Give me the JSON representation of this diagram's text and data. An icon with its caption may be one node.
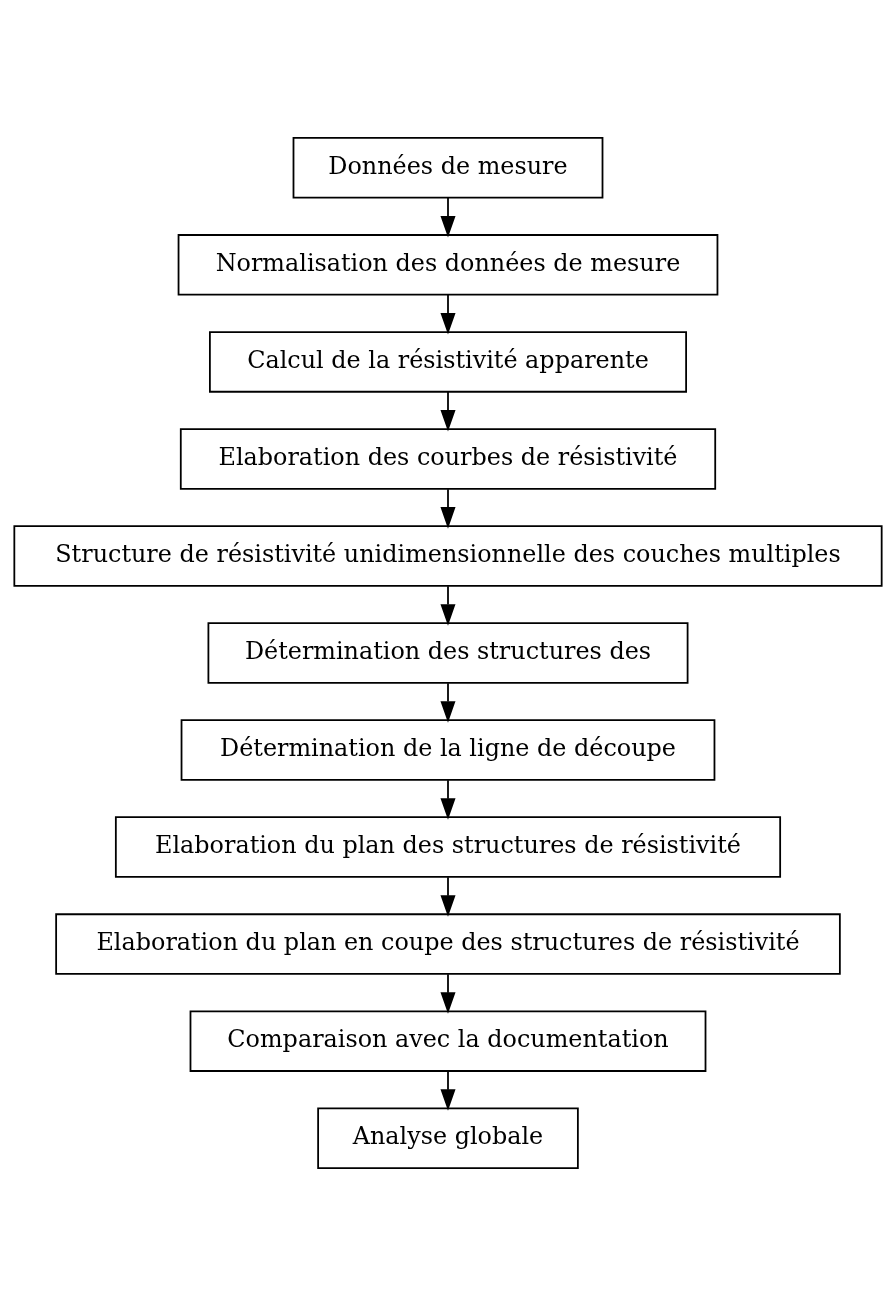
{
  "diagram": {
    "nodes": [
      {
        "text": [
          "Données de mesure"
        ]
      },
      {
        "text": [
          "Normalisation des données de mesure"
        ]
      },
      {
        "text": [
          "Calcul de la résistivité apparente"
        ]
      },
      {
        "text": [
          "Elaboration des courbes de résistivité"
        ]
      },
      {
        "text": [
          "Structure de résistivité unidimensionnelle des couches multiples"
        ]
      },
      {
        "text": [
          "Détermination des structures des"
        ]
      },
      {
        "text": [
          "Détermination de la ligne de découpe"
        ]
      },
      {
        "text": [
          "Elaboration du plan des structures de résistivité"
        ]
      },
      {
        "text": [
          "Elaboration du plan en coupe des structures de résistivité"
        ]
      },
      {
        "text": [
          "Comparaison avec la documentation"
        ]
      },
      {
        "text": [
          "Analyse globale"
        ]
      }
    ],
    "edges": [
      {
        "from": 0,
        "to": 1,
        "arrow": "to"
      },
      {
        "from": 1,
        "to": 2,
        "arrow": "to"
      },
      {
        "from": 2,
        "to": 3,
        "arrow": "to"
      },
      {
        "from": 3,
        "to": 4,
        "arrow": "to"
      },
      {
        "from": 4,
        "to": 5,
        "arrow": "to"
      },
      {
        "from": 5,
        "to": 6,
        "arrow": "to"
      },
      {
        "from": 6,
        "to": 7,
        "arrow": "to"
      },
      {
        "from": 7,
        "to": 8,
        "arrow": "to"
      },
      {
        "from": 8,
        "to": 9,
        "arrow": "to"
      },
      {
        "from": 9,
        "to": 10,
        "arrow": "to"
      }
    ]
  }
}
